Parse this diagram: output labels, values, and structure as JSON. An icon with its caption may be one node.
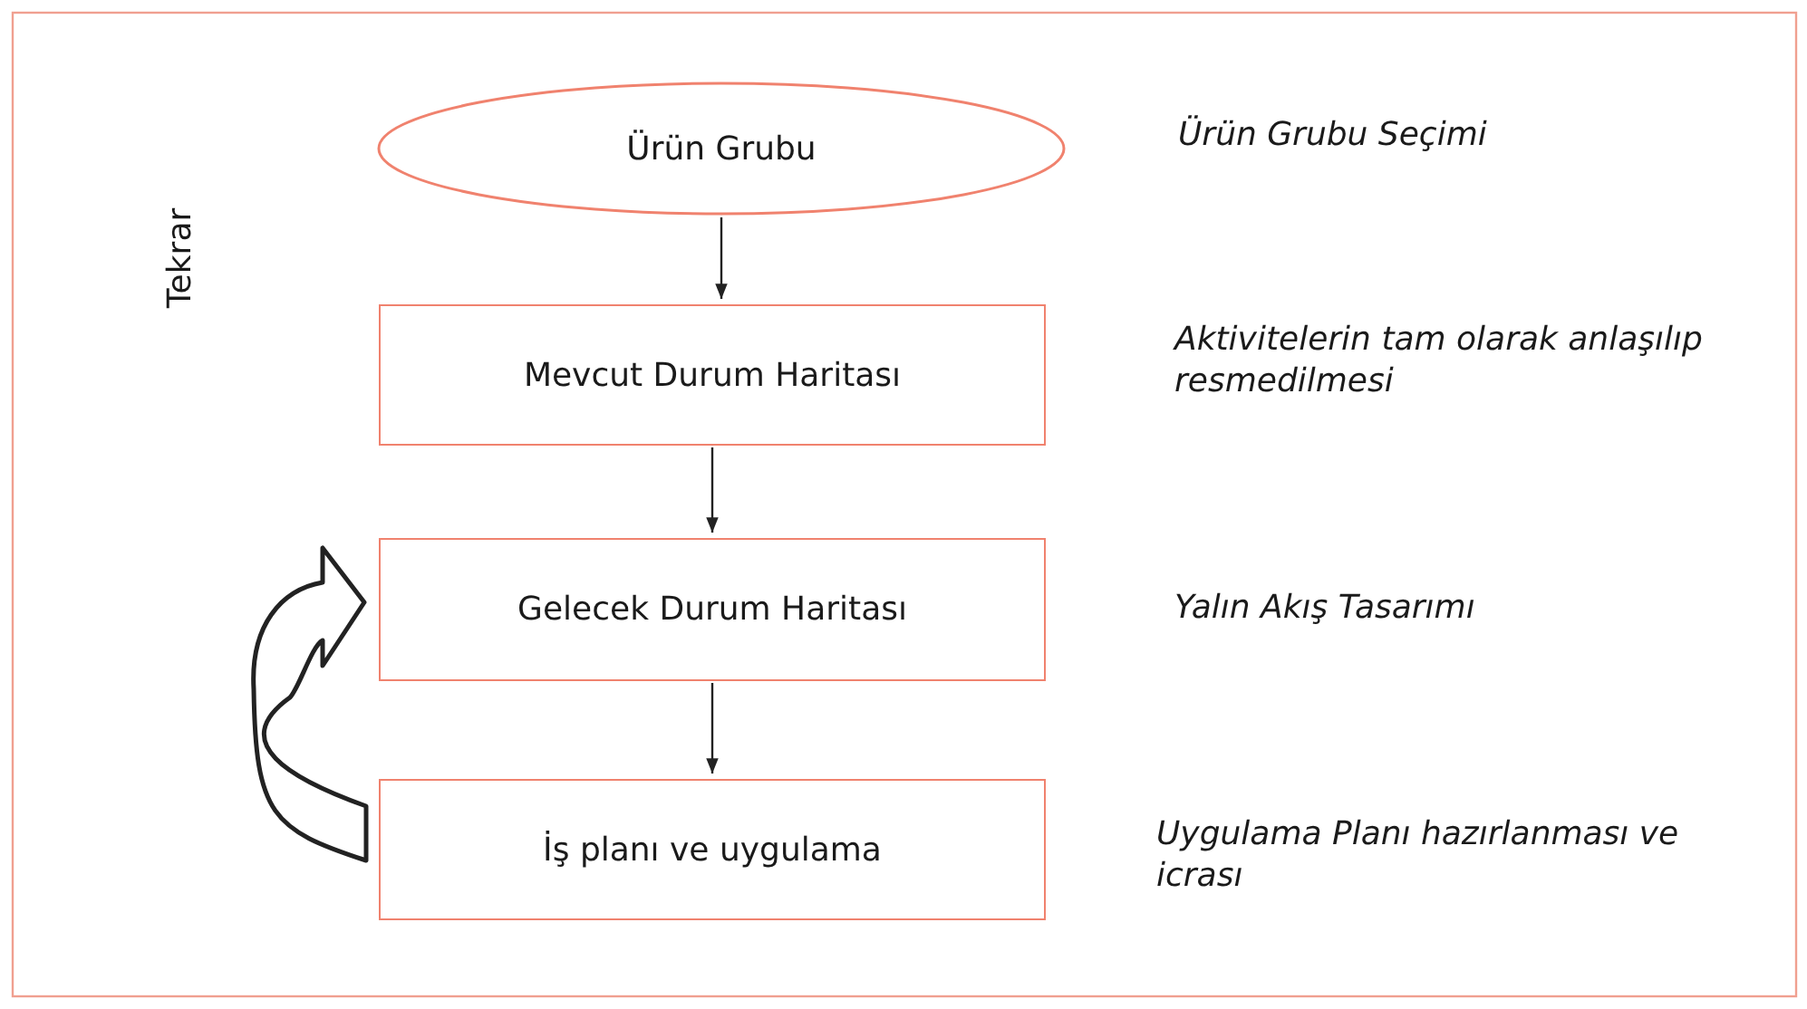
{
  "diagram": {
    "nodes": [
      {
        "text": [
          "Ürün Grubu"
        ],
        "beside": [
          "Ürün Grubu Seçimi"
        ]
      },
      {
        "text": [
          "Mevcut Durum Haritası"
        ],
        "beside": [
          "Aktivitelerin tam olarak anlaşılıp resmedilmesi"
        ]
      },
      {
        "text": [
          "Gelecek Durum Haritası"
        ],
        "beside": [
          "Yalın Akış Tasarımı"
        ]
      },
      {
        "text": [
          "İş planı ve uygulama"
        ],
        "beside": [
          "Uygulama Planı hazırlanması ve icrası"
        ]
      }
    ],
    "edges": [
      {
        "from": 0,
        "to": 1,
        "arrow": "to"
      },
      {
        "from": 1,
        "to": 2,
        "arrow": "to"
      },
      {
        "from": 2,
        "to": 3,
        "arrow": "to"
      },
      {
        "from": 3,
        "to": 2,
        "arrow": "to",
        "style": "thick"
      }
    ],
    "labels": [
      "Tekrar"
    ]
  }
}
